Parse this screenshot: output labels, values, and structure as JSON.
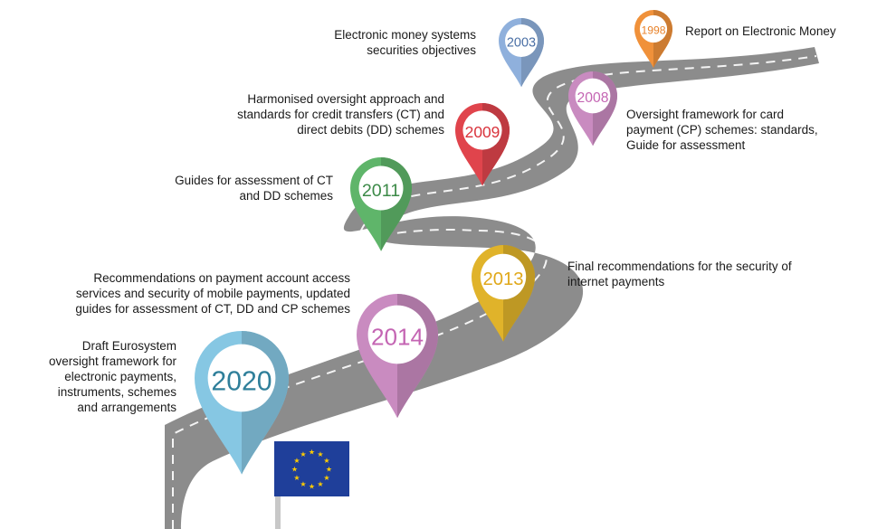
{
  "milestones": [
    {
      "year": "1998",
      "color": "#f0913a",
      "text_color": "#e8822a",
      "label": [
        "Report on Electronic Money"
      ]
    },
    {
      "year": "2003",
      "color": "#8fb0dc",
      "text_color": "#4a6fa5",
      "label": [
        "Electronic money systems",
        "securities objectives"
      ]
    },
    {
      "year": "2008",
      "color": "#c98bc0",
      "text_color": "#c465b3",
      "label": [
        "Oversight framework for card",
        "payment (CP) schemes: standards,",
        "Guide for assessment"
      ]
    },
    {
      "year": "2009",
      "color": "#e0444c",
      "text_color": "#d9333c",
      "label": [
        "Harmonised oversight approach and",
        "standards for credit transfers (CT) and",
        "direct debits (DD) schemes"
      ]
    },
    {
      "year": "2011",
      "color": "#5fb56a",
      "text_color": "#3c8a48",
      "label": [
        "Guides for assessment of CT",
        "and DD schemes"
      ]
    },
    {
      "year": "2013",
      "color": "#e0b32a",
      "text_color": "#e0a81a",
      "label": [
        "Final recommendations for the security of",
        "internet payments"
      ]
    },
    {
      "year": "2014",
      "color": "#c98bc0",
      "text_color": "#c465b3",
      "label": [
        "Recommendations on payment account access",
        "services and security of mobile payments, updated",
        "guides for assessment of CT, DD and CP schemes"
      ]
    },
    {
      "year": "2020",
      "color": "#86c7e3",
      "text_color": "#2f7f9a",
      "label": [
        "Draft Eurosystem",
        "oversight framework for",
        "electronic payments,",
        "instruments, schemes",
        "and arrangements"
      ]
    }
  ],
  "flag": {
    "color": "#1f3f9a",
    "star_color": "#ffcc00",
    "pole_color": "#c8c8c8"
  },
  "road_color": "#8c8c8c"
}
